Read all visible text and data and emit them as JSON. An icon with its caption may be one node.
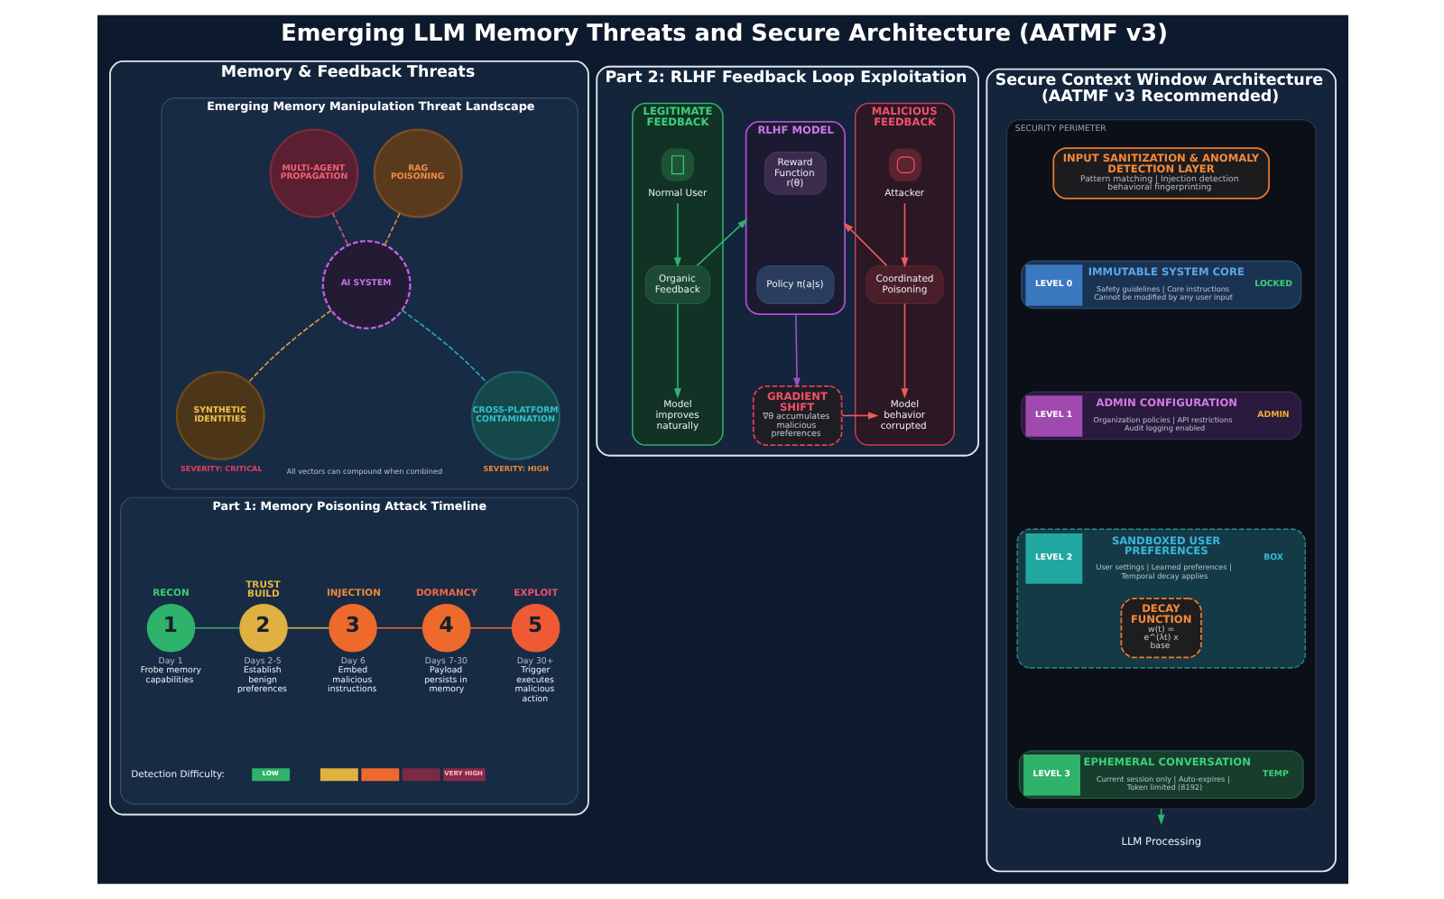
{
  "diagram": {
    "title": "Emerging LLM Memory Threats and Secure Architecture (AATMF v3)",
    "nodes": [
      {
        "text": [
          "Memory & Feedback Threats"
        ]
      },
      {
        "text": [
          "Emerging Memory Manipulation Threat Landscape"
        ],
        "in": 0
      },
      {
        "text": [
          "MULTI-AGENT PROPAGATION"
        ],
        "in": 1
      },
      {
        "text": [
          "RAG POISONING"
        ],
        "in": 1
      },
      {
        "text": [
          "AI SYSTEM"
        ],
        "in": 1
      },
      {
        "text": [
          "SYNTHETIC IDENTITIES"
        ],
        "beside": [
          "SEVERITY: CRITICAL"
        ],
        "in": 1
      },
      {
        "text": [
          "CROSS-PLATFORM CONTAMINATION"
        ],
        "beside": [
          "SEVERITY: HIGH"
        ],
        "in": 1
      },
      {
        "text": [
          "Part 1: Memory Poisoning Attack Timeline"
        ],
        "in": 0
      },
      {
        "text": [
          "RECON",
          "1"
        ],
        "beside": [
          "Day 1",
          "Frobe memory capabilities"
        ],
        "in": 7
      },
      {
        "text": [
          "TRUST BUILD",
          "2"
        ],
        "beside": [
          "Days 2-5",
          "Establish benign preferences"
        ],
        "in": 7
      },
      {
        "text": [
          "INJECTION",
          "3"
        ],
        "beside": [
          "Day 6",
          "Embed malicious instructions"
        ],
        "in": 7
      },
      {
        "text": [
          "DORMANCY",
          "4"
        ],
        "beside": [
          "Days 7-30",
          "Payload persists in memory"
        ],
        "in": 7
      },
      {
        "text": [
          "EXPLOIT",
          "5"
        ],
        "beside": [
          "Day 30+",
          "Trigger executes malicious action"
        ],
        "in": 7
      },
      {
        "text": [
          "Part 2: RLHF Feedback Loop Exploitation"
        ]
      },
      {
        "text": [
          "LEGITIMATE FEEDBACK"
        ],
        "in": 13
      },
      {
        "text": [
          "Normal User"
        ],
        "in": 14
      },
      {
        "text": [
          "Organic Feedback"
        ],
        "in": 14
      },
      {
        "text": [
          "Model improves naturally"
        ],
        "in": 14
      },
      {
        "text": [
          "RLHF MODEL"
        ],
        "in": 13
      },
      {
        "text": [
          "Reward Function r(θ)"
        ],
        "in": 18
      },
      {
        "text": [
          "Policy π(a|s)"
        ],
        "in": 18
      },
      {
        "text": [
          "MALICIOUS FEEDBACK"
        ],
        "in": 13
      },
      {
        "text": [
          "Attacker"
        ],
        "in": 21
      },
      {
        "text": [
          "Coordinated Poisoning"
        ],
        "in": 21
      },
      {
        "text": [
          "Model behavior corrupted"
        ],
        "in": 21
      },
      {
        "text": [
          "GRADIENT SHIFT",
          "∇θ accumulates malicious preferences"
        ],
        "in": 13
      },
      {
        "text": [
          "Secure Context Window Architecture (AATMF v3 Recommended)"
        ]
      },
      {
        "text": [
          "SECURITY PERIMETER"
        ],
        "in": 26
      },
      {
        "text": [
          "INPUT SANITIZATION & ANOMALY DETECTION LAYER",
          "Pattern matching | Injection detection behavioral fingerprinting"
        ],
        "in": 27
      },
      {
        "text": [
          "LEVEL 0",
          "IMMUTABLE SYSTEM CORE",
          "Safety guidelines | Core instructions Cannot be modified by any user input",
          "LOCKED"
        ],
        "in": 27
      },
      {
        "text": [
          "LEVEL 1",
          "ADMIN CONFIGURATION",
          "Organization policies | API restrictions Audit logging enabled",
          "ADMIN"
        ],
        "in": 27
      },
      {
        "text": [
          "LEVEL 2",
          "SANDBOXED USER PREFERENCES",
          "User settings | Learned preferences | Temporal decay applies",
          "BOX"
        ],
        "in": 27
      },
      {
        "text": [
          "DECAY FUNCTION",
          "w(t) = e^(λt) x base"
        ],
        "in": 31
      },
      {
        "text": [
          "LEVEL 3",
          "EPHEMERAL CONVERSATION",
          "Current session only | Auto-expires | Token limited (8192)",
          "TEMP"
        ],
        "in": 27
      },
      {
        "text": [
          "LLM Processing"
        ],
        "in": 26
      }
    ],
    "edges": [
      {
        "from": 2,
        "to": 4,
        "arrow": "none",
        "style": "dashed",
        "color": "#e0506a"
      },
      {
        "from": 3,
        "to": 4,
        "arrow": "none",
        "style": "dashed",
        "color": "#e08a3a"
      },
      {
        "from": 4,
        "to": 5,
        "arrow": "none",
        "style": "dashed",
        "color": "#d8a040"
      },
      {
        "from": 4,
        "to": 6,
        "arrow": "none",
        "style": "dashed",
        "color": "#2aa8b8"
      },
      {
        "from": 8,
        "to": 9,
        "arrow": "none",
        "color": "#2fb36a"
      },
      {
        "from": 9,
        "to": 10,
        "arrow": "none",
        "color": "#e0b040"
      },
      {
        "from": 10,
        "to": 11,
        "arrow": "none",
        "color": "#ee6a2c"
      },
      {
        "from": 11,
        "to": 12,
        "arrow": "none",
        "color": "#ee6a2c"
      },
      {
        "from": 15,
        "to": 16,
        "arrow": "to",
        "color": "#2fb36a"
      },
      {
        "from": 16,
        "to": 17,
        "arrow": "to",
        "color": "#2fb36a"
      },
      {
        "from": 16,
        "to": 18,
        "arrow": "to",
        "color": "#2fb36a"
      },
      {
        "from": 22,
        "to": 23,
        "arrow": "to",
        "color": "#ef5a5a"
      },
      {
        "from": 23,
        "to": 24,
        "arrow": "to",
        "color": "#ef5a5a"
      },
      {
        "from": 23,
        "to": 18,
        "arrow": "to",
        "color": "#ef5a5a"
      },
      {
        "from": 18,
        "to": 25,
        "arrow": "to",
        "color": "#a050c0"
      },
      {
        "from": 25,
        "to": 24,
        "arrow": "to",
        "color": "#ef5a5a"
      },
      {
        "from": 27,
        "to": 34,
        "arrow": "to",
        "color": "#2fb36a"
      }
    ],
    "labels": [
      "All vectors can compound when combined",
      "Detection Difficulty:",
      "LOW",
      "VERY HIGH"
    ]
  }
}
